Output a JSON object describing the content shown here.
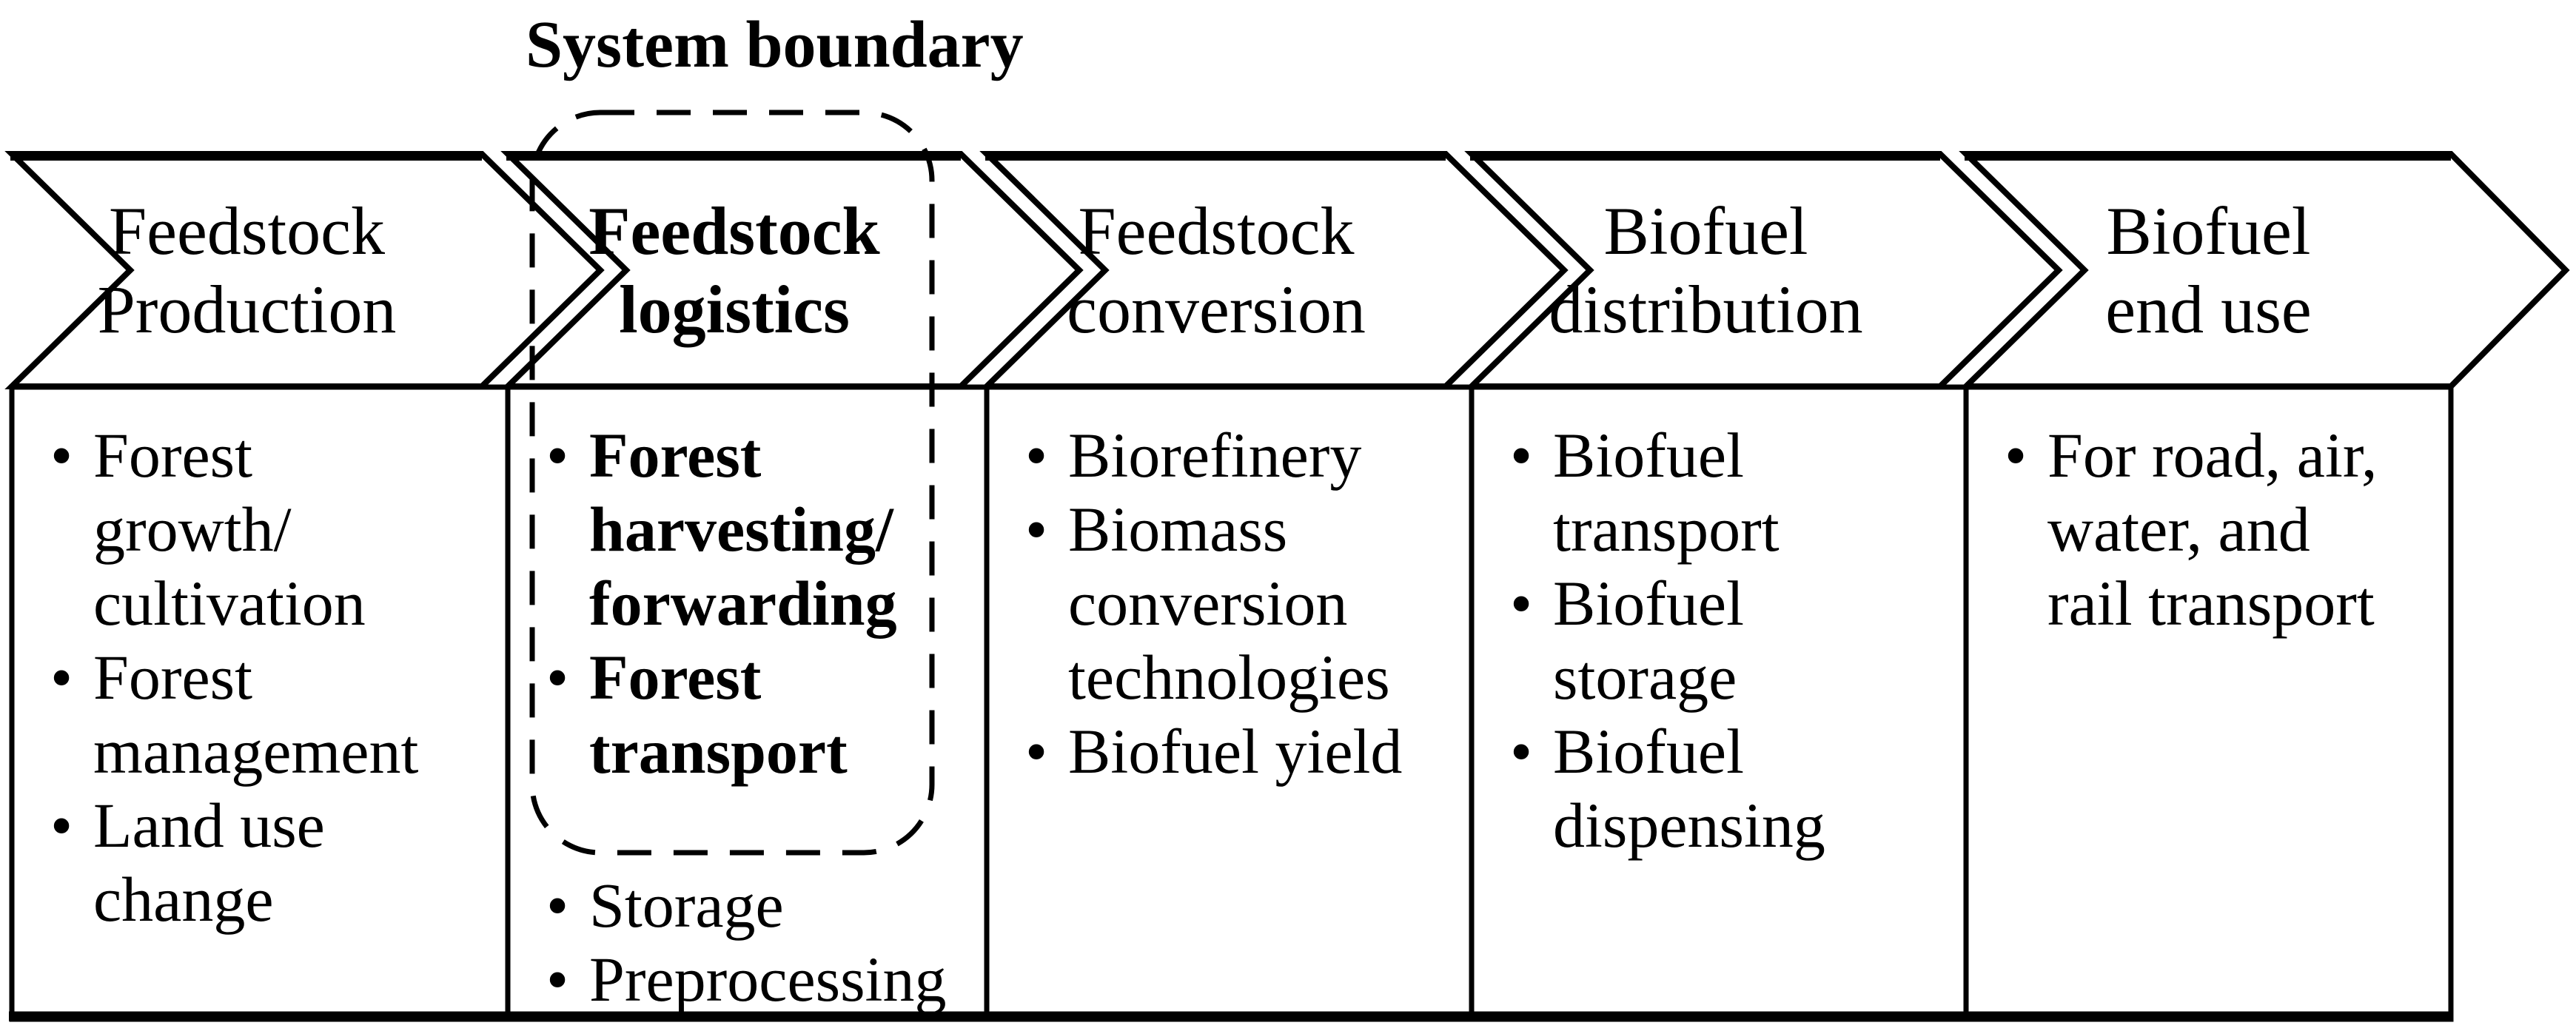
{
  "system_boundary_label": "System boundary",
  "bullet": "•",
  "colors": {
    "ink": "#000000",
    "background": "#ffffff"
  },
  "stages": [
    {
      "label": "Feedstock\nProduction",
      "emphasized": false,
      "items": [
        "Forest\ngrowth/\ncultivation",
        "Forest\nmanagement",
        "Land use\nchange"
      ]
    },
    {
      "label": "Feedstock\nlogistics",
      "emphasized": true,
      "items": [
        "Forest\nharvesting/\nforwarding",
        "Forest\ntransport"
      ],
      "items_secondary": [
        "Storage",
        "Preprocessing"
      ]
    },
    {
      "label": "Feedstock\nconversion",
      "emphasized": false,
      "items": [
        "Biorefinery",
        "Biomass\nconversion\ntechnologies",
        "Biofuel yield"
      ]
    },
    {
      "label": "Biofuel\ndistribution",
      "emphasized": false,
      "items": [
        "Biofuel\ntransport",
        "Biofuel\nstorage",
        "Biofuel\ndispensing"
      ]
    },
    {
      "label": "Biofuel\nend use",
      "emphasized": false,
      "items": [
        "For road, air,\nwater, and\nrail transport"
      ]
    }
  ]
}
